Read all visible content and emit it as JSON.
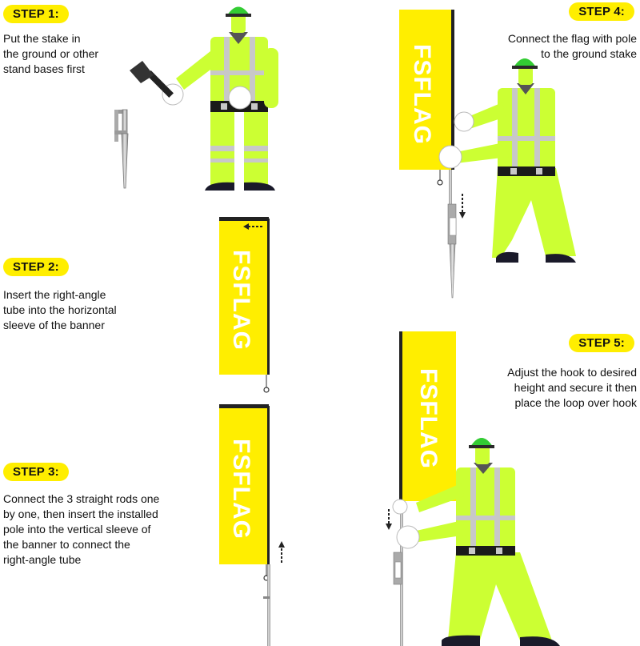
{
  "steps": [
    {
      "label": "STEP 1:",
      "text": "Put the stake in\nthe ground or other\nstand bases first"
    },
    {
      "label": "STEP 2:",
      "text": "Insert the right-angle\ntube into the horizontal\nsleeve of the banner"
    },
    {
      "label": "STEP 3:",
      "text": "Connect the 3 straight rods one\nby one, then insert the installed\npole into the vertical sleeve of\nthe banner to connect the\nright-angle tube"
    },
    {
      "label": "STEP 4:",
      "text": "Connect the flag with pole\nto the ground stake"
    },
    {
      "label": "STEP 5:",
      "text": "Adjust the hook to desired\nheight and secure it then\nplace the loop over hook"
    }
  ],
  "flag_text": "FSFLAG",
  "colors": {
    "badge": "#ffee00",
    "flag": "#ffee00",
    "vest": "#ccff33",
    "helmet": "#33cc33",
    "reflective": "#c8c8c8"
  }
}
